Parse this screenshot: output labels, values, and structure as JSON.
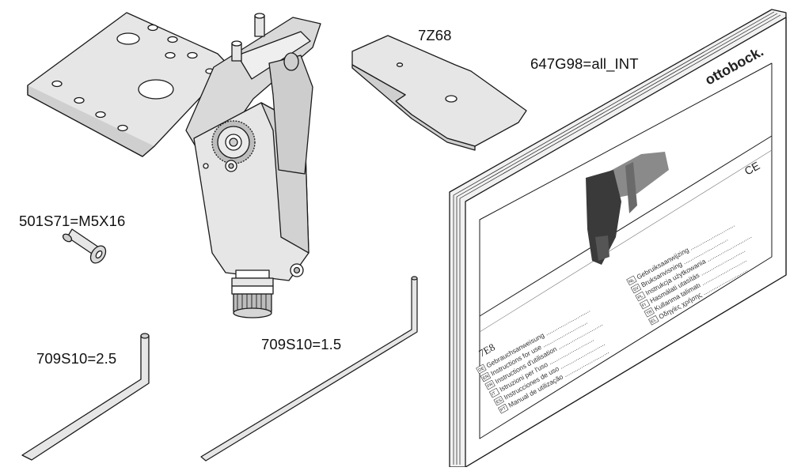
{
  "labels": {
    "adapter_plate": "7Z68",
    "manual_set": "647G98=all_INT",
    "screw": "501S71=M5X16",
    "hex_key_large": "709S10=2.5",
    "hex_key_small": "709S10=1.5"
  },
  "manual": {
    "brand": "ottobock.",
    "ce_mark": "CE",
    "product_code": "7E8",
    "languages_left": [
      {
        "code": "DE",
        "text": "Gebrauchsanweisung"
      },
      {
        "code": "EN",
        "text": "Instructions for use"
      },
      {
        "code": "FR",
        "text": "Instructions d'utilisation"
      },
      {
        "code": "IT",
        "text": "Istruzioni per l'uso"
      },
      {
        "code": "ES",
        "text": "Instrucciones de uso"
      },
      {
        "code": "PT",
        "text": "Manual de utilização"
      }
    ],
    "languages_right": [
      {
        "code": "NL",
        "text": "Gebruiksaanwijzing"
      },
      {
        "code": "SV",
        "text": "Bruksanvisning"
      },
      {
        "code": "PL",
        "text": "Instrukcja użytkowania"
      },
      {
        "code": "FI",
        "text": "Hasmálati utasítás"
      },
      {
        "code": "TR",
        "text": "Kullanma talimatı"
      },
      {
        "code": "EL",
        "text": "Οδηγίες χρήσης"
      }
    ]
  },
  "colors": {
    "part_fill": "#e6e6e6",
    "part_fill_dark": "#cfcfcf",
    "outline": "#1a1a1a"
  }
}
